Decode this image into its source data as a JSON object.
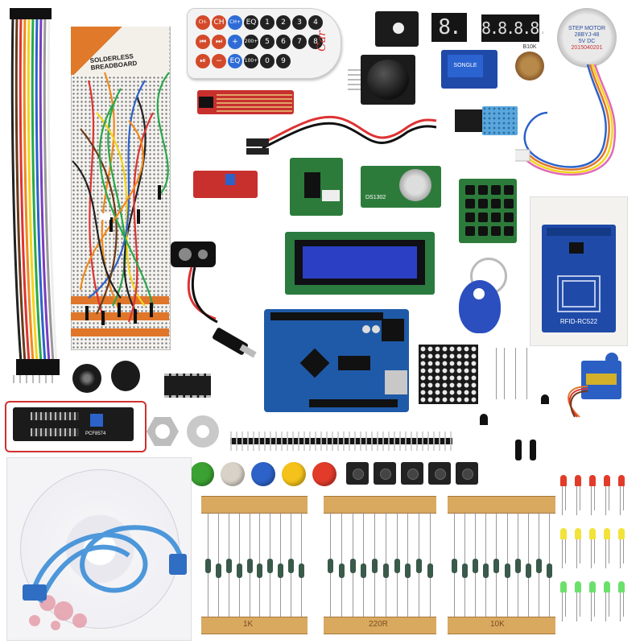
{
  "image": {
    "subject": "Arduino starter kit components laid out on white background"
  },
  "breadboard_package": {
    "label": "SOLDERLESS BREADBOARD"
  },
  "remote": {
    "brand_mark": "Car",
    "buttons": [
      [
        "CH-",
        "CH",
        "CH+",
        "EQ",
        "1",
        "2",
        "3",
        "4"
      ],
      [
        "⏮",
        "⏭",
        "+",
        "200+",
        "5",
        "6",
        "7",
        "8"
      ],
      [
        "⏯",
        "−",
        "EQ",
        "100+",
        "0",
        "9",
        "",
        ""
      ]
    ]
  },
  "seven_segment_single": {
    "digit": "8."
  },
  "seven_segment_quad": {
    "digits": "8.8.8.8."
  },
  "stepper_motor": {
    "line1": "STEP MOTOR",
    "line2": "28BYJ-48",
    "line3": "5V DC",
    "line4": "2015040201"
  },
  "potentiometer": {
    "value": "B10K"
  },
  "relay": {
    "label": "SONGLE"
  },
  "lcd": {
    "text": ""
  },
  "rfid": {
    "label": "RFID-RC522"
  },
  "i2c_adapter": {
    "label": "PCF8574"
  },
  "rtc": {
    "label": "DS1302"
  },
  "resistors": {
    "pack_labels": [
      "1K",
      "220R",
      "10K"
    ]
  },
  "led_colors": {
    "red": "#e23b2a",
    "yellow": "#f2e23a",
    "green": "#6be06b"
  },
  "cap_colors": [
    "#3aa132",
    "#d8d2c8",
    "#2d62c9",
    "#f4c21a",
    "#e23b2a"
  ],
  "accent": {
    "highlight_border": "#d0302f",
    "arduino_blue": "#1f5aa8",
    "header_orange": "#e0762a"
  }
}
